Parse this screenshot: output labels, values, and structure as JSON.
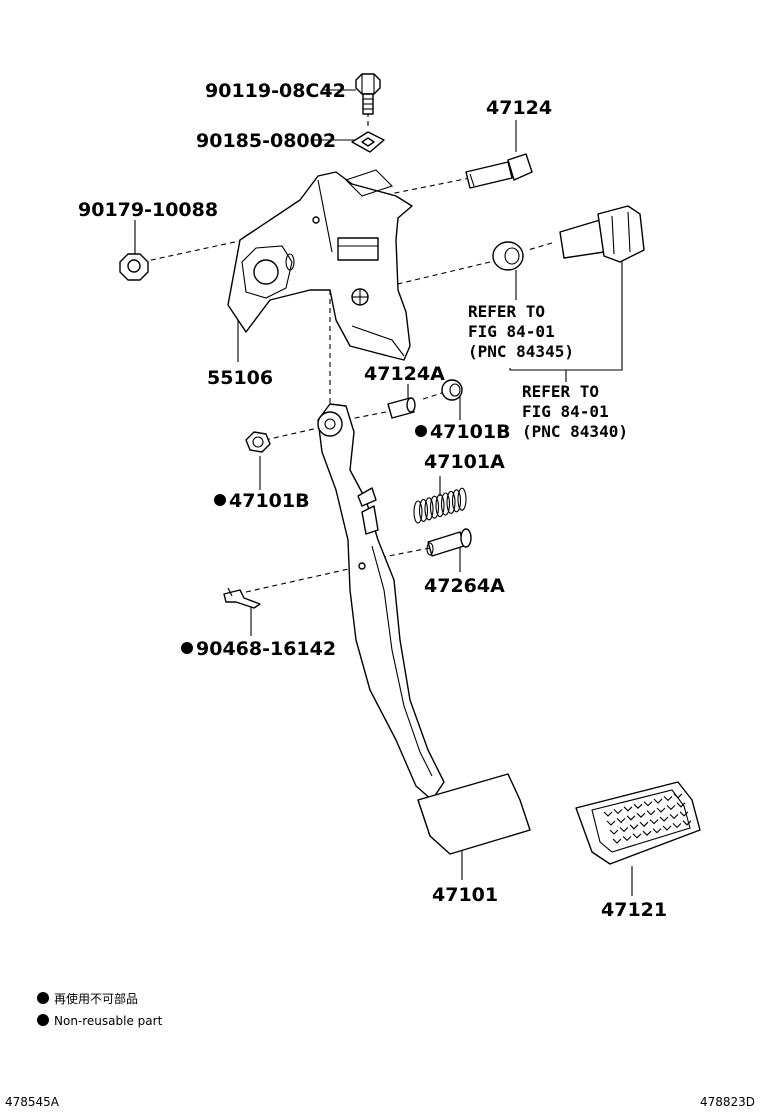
{
  "callouts": {
    "bolt_90119": "90119-08C42",
    "clip_90185": "90185-08002",
    "nut_90179": "90179-10088",
    "pin_47124": "47124",
    "bracket_55106": "55106",
    "bush_47124A": "47124A",
    "bush_47101B_right": "47101B",
    "spring_47101A": "47101A",
    "bush_47101B_left": "47101B",
    "pin_47264A": "47264A",
    "clip_90468": "90468-16142",
    "pedal_47101": "47101",
    "pad_47121": "47121"
  },
  "references": {
    "ref1": {
      "line1": "REFER TO",
      "line2": "FIG 84-01",
      "line3": "(PNC 84345)"
    },
    "ref2": {
      "line1": "REFER TO",
      "line2": "FIG 84-01",
      "line3": "(PNC 84340)"
    }
  },
  "legend": {
    "jp": "再使用不可部品",
    "en": "Non-reusable part"
  },
  "footer": {
    "left_code": "478545A",
    "right_code": "478823D"
  }
}
